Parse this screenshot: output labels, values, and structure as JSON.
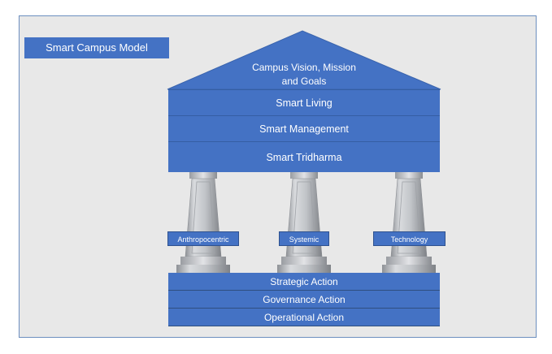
{
  "title": "Smart Campus Model",
  "roof": {
    "line1": "Campus Vision, Mission",
    "line2": "and Goals"
  },
  "upper_layers": [
    "Smart Living",
    "Smart Management",
    "Smart Tridharma"
  ],
  "pillars": [
    "Anthropocentric",
    "Systemic",
    "Technology"
  ],
  "foundation_layers": [
    "Strategic Action",
    "Governance Action",
    "Operational Action"
  ],
  "colors": {
    "block": "#4472c4",
    "panel": "#e8e8e8",
    "pillar": "#c4c6ca"
  }
}
